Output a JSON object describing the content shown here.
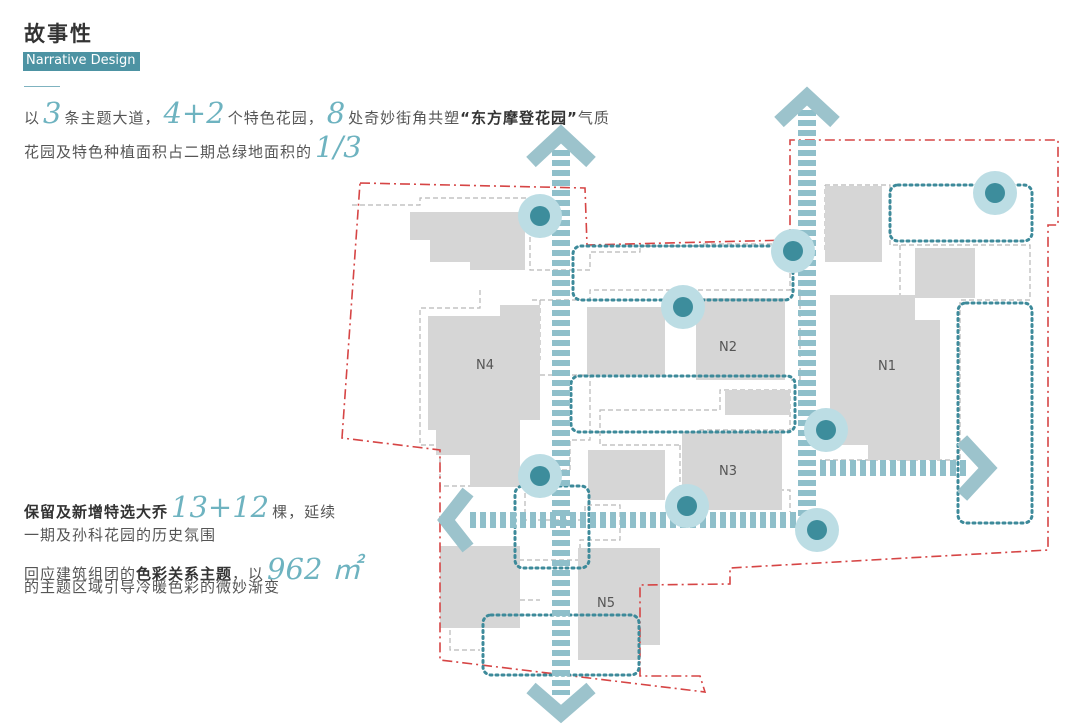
{
  "header": {
    "title": "故事性",
    "subtitle": "Narrative Design"
  },
  "intro": {
    "l1_a": "以",
    "l1_num1": "3",
    "l1_b": "条主题大道，",
    "l1_num2": "4+2",
    "l1_c": "个特色花园，",
    "l1_num3": "8",
    "l1_d": "处奇妙街角共塑",
    "l1_bold": "“东方摩登花园”",
    "l1_e": "气质",
    "l2_a": "花园及特色种植面积占二期总绿地面积的",
    "l2_num": "1/3"
  },
  "notes": {
    "n1_bold": "保留及新增特选大乔",
    "n1_num": "13+12",
    "n1_a": "棵，延续",
    "n1_b": "一期及孙科花园的历史氛围",
    "n2_a": "回应建筑组团的",
    "n2_bold": "色彩关系主题",
    "n2_b": "，以",
    "n2_num": "962 ㎡",
    "n2_c": "的主题区域引导冷暖色彩的微妙渐变"
  },
  "plan": {
    "labels": {
      "n1": "N1",
      "n2": "N2",
      "n3": "N3",
      "n4": "N4",
      "n5": "N5"
    },
    "colors": {
      "axis": "#8fbfca",
      "axis_arrow": "#9cc3cc",
      "node_outer": "#bcdde4",
      "node_inner": "#3d8d9c",
      "garden_box": "#3d8a9a",
      "boundary": "#d64545",
      "building": "#d6d6d6",
      "lot_line": "#b5b5b5"
    }
  }
}
